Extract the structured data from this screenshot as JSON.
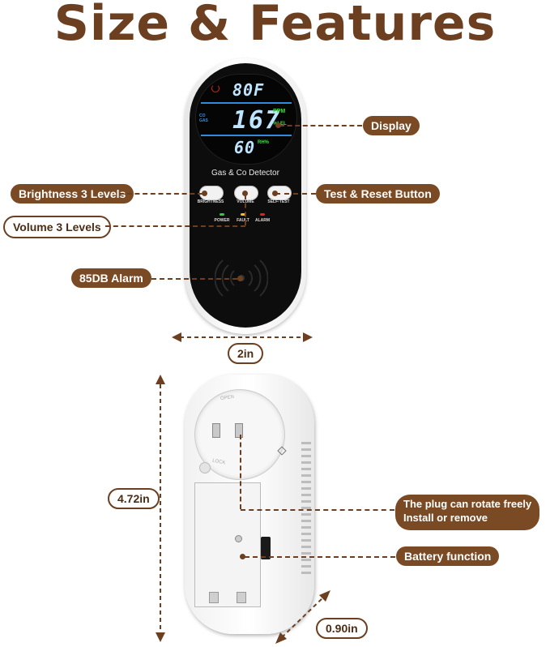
{
  "title": "Size & Features",
  "device": {
    "temp": "80F",
    "ppm_value": "167",
    "ppm_unit": "PPM",
    "lel_unit": "%LEL",
    "co_gas": "CO\nGAS",
    "humidity": "60",
    "rh_unit": "RH%",
    "name": "Gas & Co Detector",
    "buttons": [
      "BRIGHTNESS",
      "VOLUME",
      "SELF-TEST"
    ],
    "leds": [
      "POWER",
      "FAULT",
      "ALARM"
    ],
    "led_colors": [
      "#2ecc40",
      "#f1c40f",
      "#e32020"
    ],
    "plug_open": "OPEN",
    "plug_lock": "LOCK"
  },
  "callouts": {
    "display": "Display",
    "brightness": "Brightness 3 Levels",
    "test_reset": "Test & Reset Button",
    "volume": "Volume 3 Levels",
    "alarm": "85DB Alarm",
    "plug_line1": "The plug can rotate freely",
    "plug_line2": "Install or remove",
    "battery": "Battery function"
  },
  "dimensions": {
    "width": "2in",
    "height": "4.72in",
    "depth": "0.90in"
  },
  "colors": {
    "brand_brown": "#6b3f1f",
    "label_bg": "#7a4a24"
  }
}
